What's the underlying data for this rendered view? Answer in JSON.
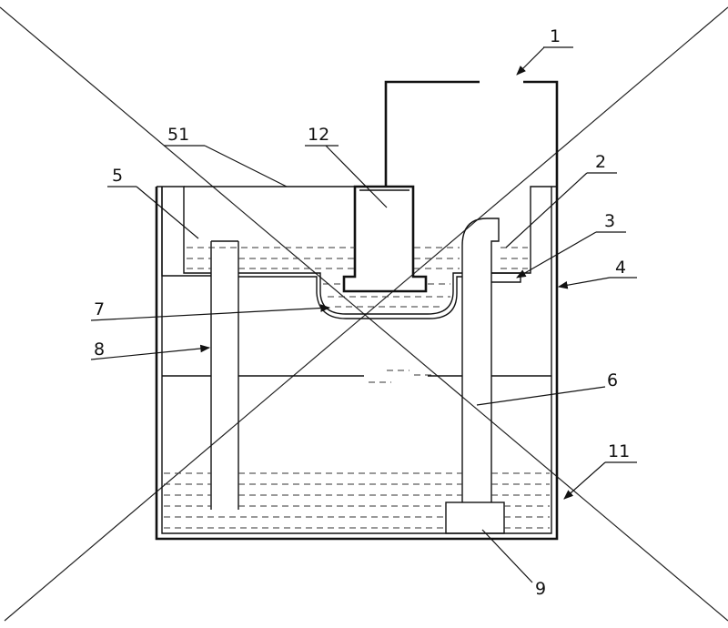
{
  "diagram": {
    "labels": {
      "l1": "1",
      "l2": "2",
      "l3": "3",
      "l4": "4",
      "l5": "5",
      "l51": "51",
      "l6": "6",
      "l7": "7",
      "l8": "8",
      "l9": "9",
      "l11": "11",
      "l12": "12"
    },
    "colors": {
      "line": "#111111",
      "background": "#ffffff"
    }
  }
}
